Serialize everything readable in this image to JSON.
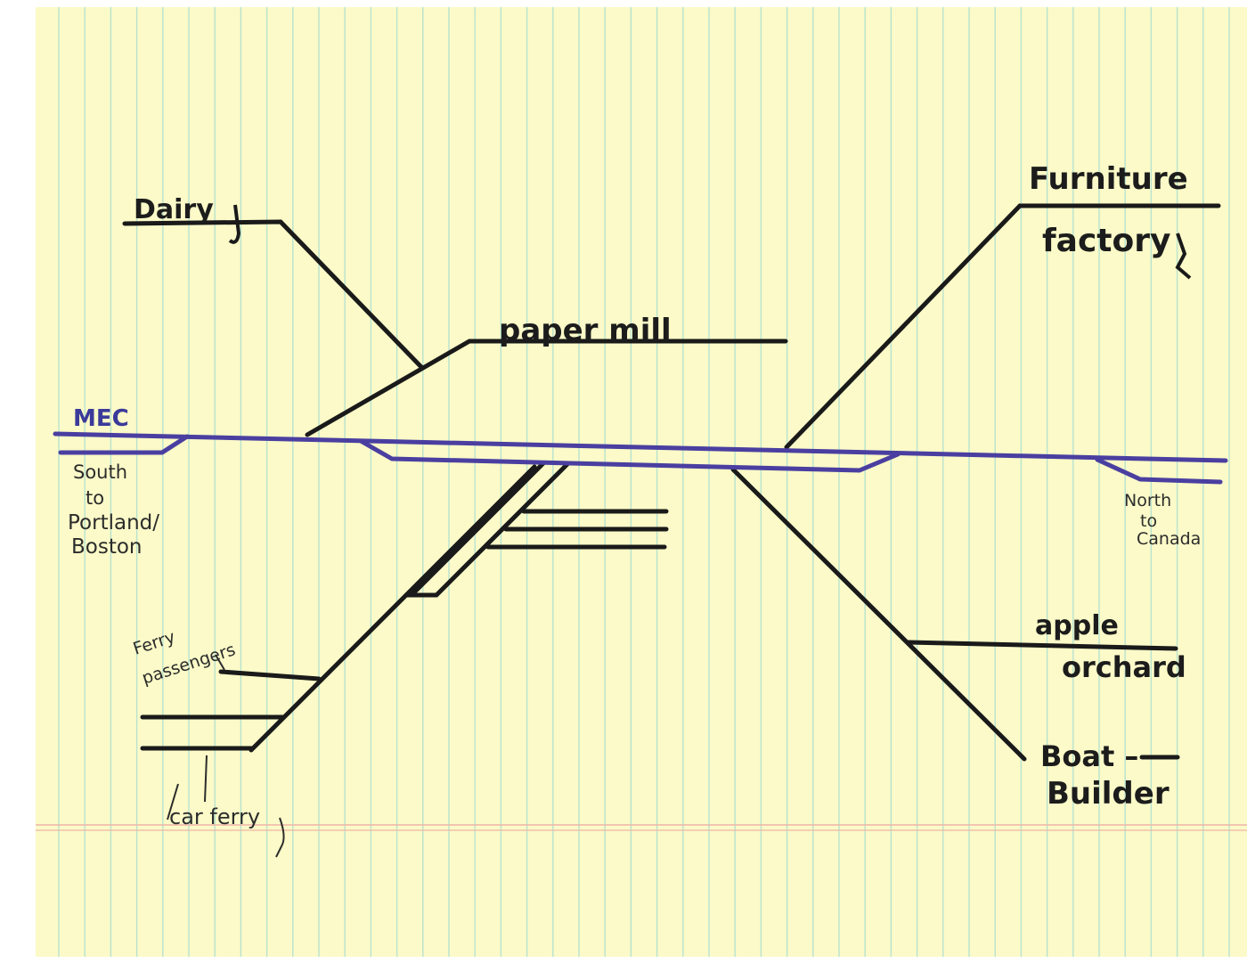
{
  "paper": {
    "background": "#fbfac8",
    "rule_color": "#b8e3cf",
    "margin_color": "#f0b3a8",
    "ink": "#1a1a1a",
    "mainline_color": "#4a3fa0"
  },
  "labels": {
    "dairy": "Dairy",
    "paper_mill": "paper mill",
    "furniture": "Furniture",
    "factory": "factory",
    "mec": "MEC",
    "south_1": "South",
    "south_2": "to",
    "south_3": "Portland/",
    "south_4": "Boston",
    "north_1": "North",
    "north_2": "to",
    "north_3": "Canada",
    "ferry_1": "Ferry",
    "ferry_2": "passengers",
    "car_ferry": "car ferry",
    "apple": "apple",
    "orchard": "orchard",
    "boat": "Boat –",
    "builder": "Builder"
  }
}
